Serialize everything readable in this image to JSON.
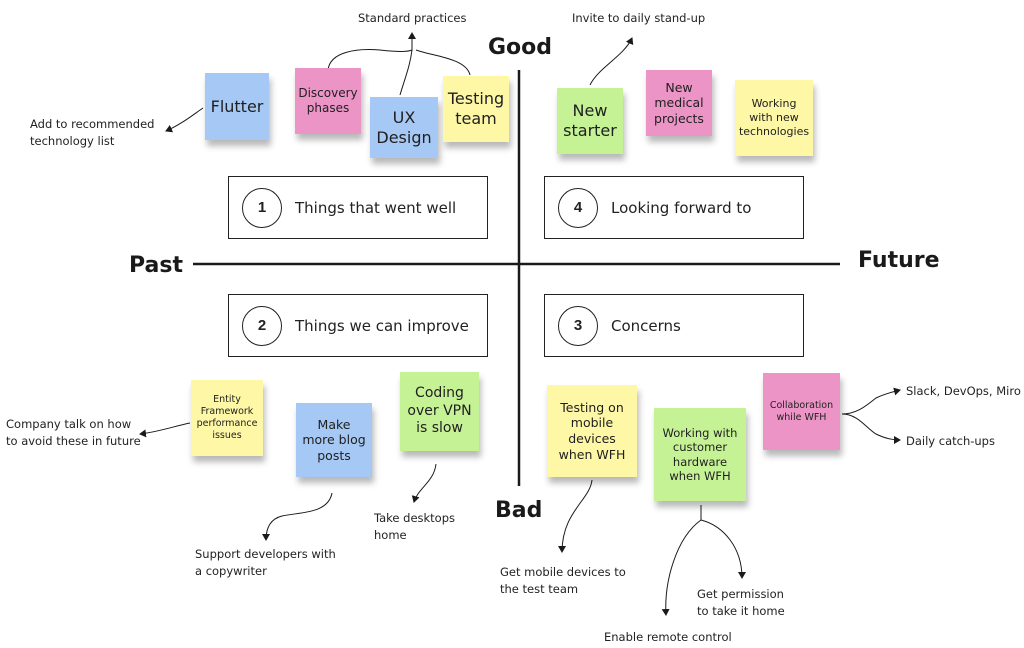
{
  "colors": {
    "yellow": "#fdf7a6",
    "pink": "#ec94c6",
    "blue": "#a6c8f4",
    "green": "#c6f296",
    "line": "#1a1a1a"
  },
  "axes": {
    "top": "Good",
    "bottom": "Bad",
    "left": "Past",
    "right": "Future"
  },
  "quadrants": [
    {
      "number": "1",
      "title": "Things that went well"
    },
    {
      "number": "2",
      "title": "Things we can improve"
    },
    {
      "number": "3",
      "title": "Concerns"
    },
    {
      "number": "4",
      "title": "Looking forward to"
    }
  ],
  "notes": {
    "flutter": {
      "text": "Flutter",
      "color": "blue"
    },
    "discovery": {
      "text": "Discovery\nphases",
      "color": "pink"
    },
    "ux": {
      "text": "UX\nDesign",
      "color": "blue"
    },
    "testing_team": {
      "text": "Testing\nteam",
      "color": "yellow"
    },
    "new_starter": {
      "text": "New\nstarter",
      "color": "green"
    },
    "medical": {
      "text": "New\nmedical\nprojects",
      "color": "pink"
    },
    "new_tech": {
      "text": "Working\nwith new\ntechnologies",
      "color": "yellow"
    },
    "entity": {
      "text": "Entity\nFramework\nperformance\nissues",
      "color": "yellow"
    },
    "blog": {
      "text": "Make\nmore blog\nposts",
      "color": "blue"
    },
    "vpn": {
      "text": "Coding\nover VPN\nis slow",
      "color": "green"
    },
    "mobile": {
      "text": "Testing on\nmobile\ndevices\nwhen WFH",
      "color": "yellow"
    },
    "hardware": {
      "text": "Working with\ncustomer\nhardware\nwhen WFH",
      "color": "green"
    },
    "collab": {
      "text": "Collaboration\nwhile WFH",
      "color": "pink"
    }
  },
  "annotations": {
    "standard_practices": "Standard practices",
    "recommended_list": "Add to recommended\ntechnology list",
    "invite_standup": "Invite to daily stand-up",
    "company_talk": "Company talk on how\nto avoid these in future",
    "copywriter": "Support developers with\na copywriter",
    "desktops": "Take desktops\nhome",
    "mobile_devices": "Get mobile devices to\nthe test team",
    "permission": "Get permission\nto take it home",
    "remote_control": "Enable remote control",
    "tools": "Slack, DevOps, Miro",
    "catchups": "Daily catch-ups"
  }
}
